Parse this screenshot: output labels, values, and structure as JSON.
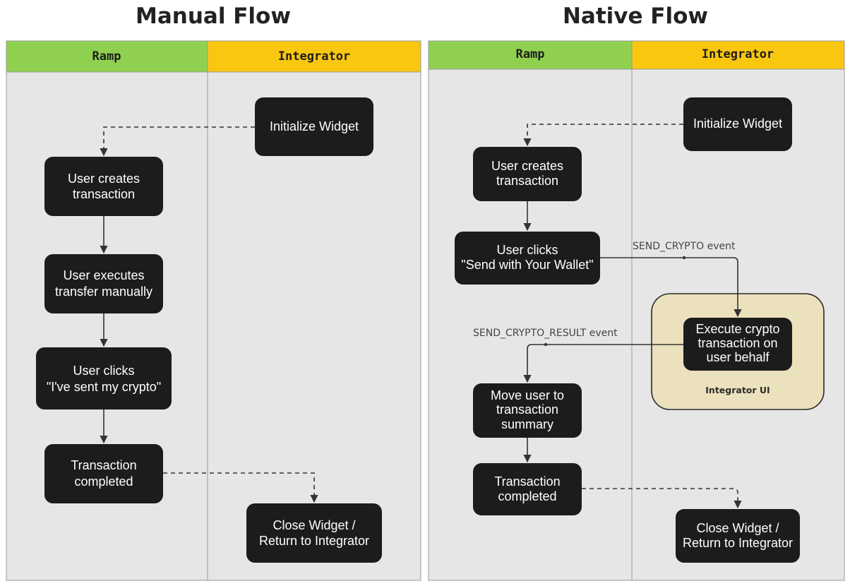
{
  "colors": {
    "ramp_header": "#8fd14f",
    "integrator_header": "#fac710",
    "lane_body": "#e6e6e6",
    "node": "#1c1c1c",
    "integrator_ui_group": "#ebe1bd"
  },
  "manual_flow": {
    "title": "Manual Flow",
    "lanes": {
      "ramp": "Ramp",
      "integrator": "Integrator"
    },
    "nodes": {
      "initialize_widget": [
        "Initialize Widget"
      ],
      "user_creates_transaction": [
        "User creates",
        "transaction"
      ],
      "user_executes_transfer": [
        "User executes",
        "transfer manually"
      ],
      "user_clicks_sent": [
        "User clicks",
        "\"I've sent my crypto\""
      ],
      "transaction_completed": [
        "Transaction",
        "completed"
      ],
      "close_widget": [
        "Close Widget /",
        "Return to Integrator"
      ]
    }
  },
  "native_flow": {
    "title": "Native Flow",
    "lanes": {
      "ramp": "Ramp",
      "integrator": "Integrator"
    },
    "nodes": {
      "initialize_widget": [
        "Initialize Widget"
      ],
      "user_creates_transaction": [
        "User creates",
        "transaction"
      ],
      "user_clicks_send_wallet": [
        "User clicks",
        "\"Send with Your Wallet\""
      ],
      "execute_crypto_transaction": [
        "Execute crypto",
        "transaction on",
        "user behalf"
      ],
      "move_user_to_summary": [
        "Move user to",
        "transaction",
        "summary"
      ],
      "transaction_completed": [
        "Transaction",
        "completed"
      ],
      "close_widget": [
        "Close Widget /",
        "Return to Integrator"
      ]
    },
    "edge_labels": {
      "send_crypto": "SEND_CRYPTO event",
      "send_crypto_result": "SEND_CRYPTO_RESULT event"
    },
    "integrator_ui_label": "Integrator UI"
  }
}
